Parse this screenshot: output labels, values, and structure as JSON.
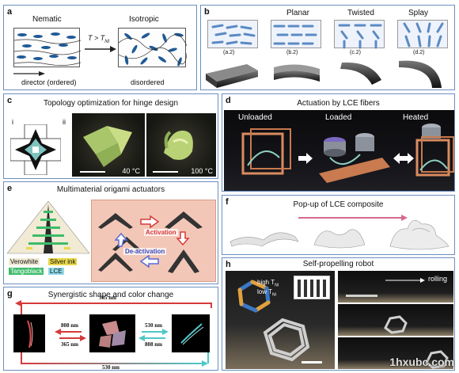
{
  "panels": {
    "a": {
      "label": "a",
      "nematic": "Nematic",
      "isotropic": "Isotropic",
      "condition": "T > T",
      "condition_sub": "NI",
      "director": "director (ordered)",
      "disordered": "disordered"
    },
    "b": {
      "label": "b",
      "planar": "Planar",
      "twisted": "Twisted",
      "splay": "Splay",
      "tags": [
        "(a.2)",
        "(b.2)",
        "(c.2)",
        "(d.2)"
      ]
    },
    "c": {
      "label": "c",
      "title": "Topology optimization for hinge design",
      "sub_i": "i",
      "sub_ii": "ii",
      "temp1": "40 °C",
      "temp2": "100 °C"
    },
    "d": {
      "label": "d",
      "title": "Actuation by LCE fibers",
      "unloaded": "Unloaded",
      "loaded": "Loaded",
      "heated": "Heated"
    },
    "e": {
      "label": "e",
      "title": "Multimaterial origami actuators",
      "legend": {
        "verowhite": "Verowhite",
        "silver_ink": "Silver ink",
        "tangoblack": "Tangoblack",
        "lce": "LCE"
      },
      "activation": "Activation",
      "deactivation": "De-activation"
    },
    "f": {
      "label": "f",
      "title": "Pop-up of LCE composite"
    },
    "g": {
      "label": "g",
      "title": "Synergistic shape and color change",
      "top_nm": "365 nm",
      "bottom_nm": "530 nm",
      "left_up": "808 nm",
      "left_down": "365 nm",
      "right_up": "530 nm",
      "right_down": "808 nm"
    },
    "h": {
      "label": "h",
      "title": "Self-propelling robot",
      "high": "high T",
      "low": "low T",
      "sub": "NI",
      "rolling": "rolling"
    }
  },
  "watermark": "1hxubc.com",
  "colors": {
    "frame": "#6b8fc0",
    "mesogen": "#1f5a96",
    "arrow_red": "#d63a3a",
    "arrow_cyan": "#4fc7c7",
    "legend_white": "#f1ead4",
    "legend_silver": "#e8d84a",
    "legend_black": "#2a2a2a",
    "legend_lce": "#3dbb6a"
  }
}
